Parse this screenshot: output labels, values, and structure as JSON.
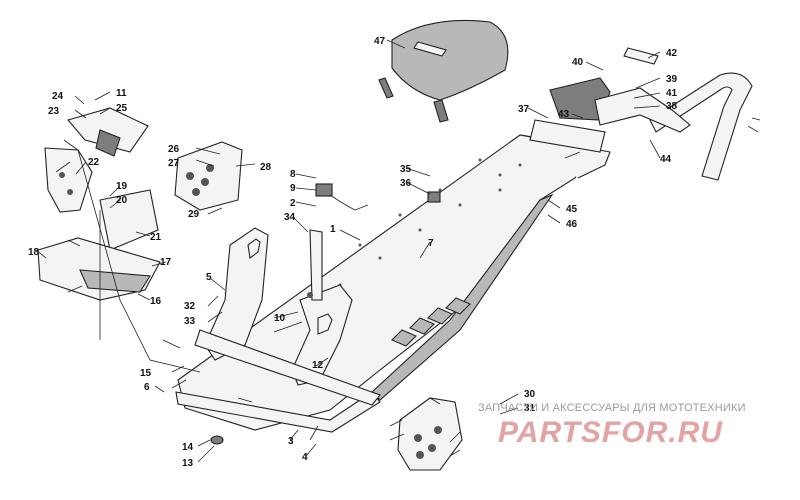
{
  "diagram": {
    "callouts": [
      "1",
      "2",
      "3",
      "4",
      "5",
      "6",
      "7",
      "8",
      "9",
      "10",
      "11",
      "12",
      "13",
      "14",
      "15",
      "16",
      "17",
      "18",
      "19",
      "20",
      "21",
      "22",
      "23",
      "24",
      "25",
      "26",
      "27",
      "28",
      "29",
      "30",
      "31",
      "32",
      "33",
      "34",
      "35",
      "36",
      "37",
      "38",
      "39",
      "40",
      "41",
      "42",
      "43",
      "44",
      "45",
      "46",
      "47"
    ]
  },
  "watermark": {
    "tagline": "ЗАПЧАСТИ И АКСЕССУАРЫ ДЛЯ МОТОТЕХНИКИ",
    "brand": "PARTSFOR.RU",
    "brand_color": "#e3a3a3"
  },
  "colors": {
    "ink": "#111111",
    "background": "#ffffff"
  }
}
